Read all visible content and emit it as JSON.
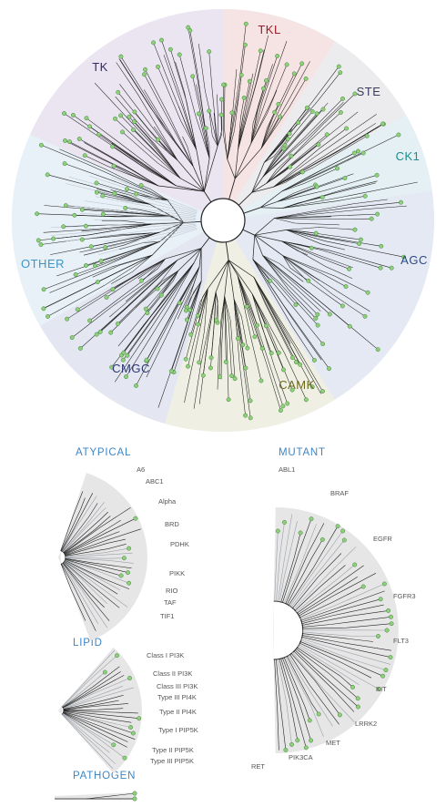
{
  "kinome": {
    "groups": [
      {
        "label": "TK",
        "color": "#2f2a6b",
        "fill": "#ebe5f2"
      },
      {
        "label": "TKL",
        "color": "#9b1b2a",
        "fill": "#f6e3e3"
      },
      {
        "label": "STE",
        "color": "#3c3c5a",
        "fill": "#ececef"
      },
      {
        "label": "CK1",
        "color": "#1d8c8c",
        "fill": "#e4f0f3"
      },
      {
        "label": "AGC",
        "color": "#2b4a8a",
        "fill": "#e4e9f3"
      },
      {
        "label": "CAMK",
        "color": "#6d6a1d",
        "fill": "#eff0e3"
      },
      {
        "label": "CMGC",
        "color": "#2a3670",
        "fill": "#e4e7f1"
      },
      {
        "label": "OTHER",
        "color": "#3d95c9",
        "fill": "#e8f1f8"
      }
    ]
  },
  "sections": {
    "atypical": {
      "title": "ATYPICAL",
      "items": [
        "A6",
        "ABC1",
        "Alpha",
        "BRD",
        "PDHK",
        "PIKK",
        "RIO",
        "TAF",
        "TIF1"
      ]
    },
    "mutant": {
      "title": "MUTANT",
      "items": [
        "ABL1",
        "BRAF",
        "EGFR",
        "FGFR3",
        "FLT3",
        "KIT",
        "LRRK2",
        "MET",
        "PIK3CA",
        "RET"
      ]
    },
    "lipid": {
      "title": "LIPID",
      "items": [
        "Class I PI3K",
        "Class II PI3K",
        "Class III PI3K",
        "Type III PI4K",
        "Type II PI4K",
        "Type I PIP5K",
        "Type II PIP5K",
        "Type III PIP5K"
      ]
    },
    "pathogen": {
      "title": "PATHOGEN",
      "items": []
    }
  },
  "colors": {
    "section_title": "#3d86c6",
    "node_fill": "#8fd07a",
    "node_stroke": "#3f7f3a",
    "branch": "#222222"
  }
}
